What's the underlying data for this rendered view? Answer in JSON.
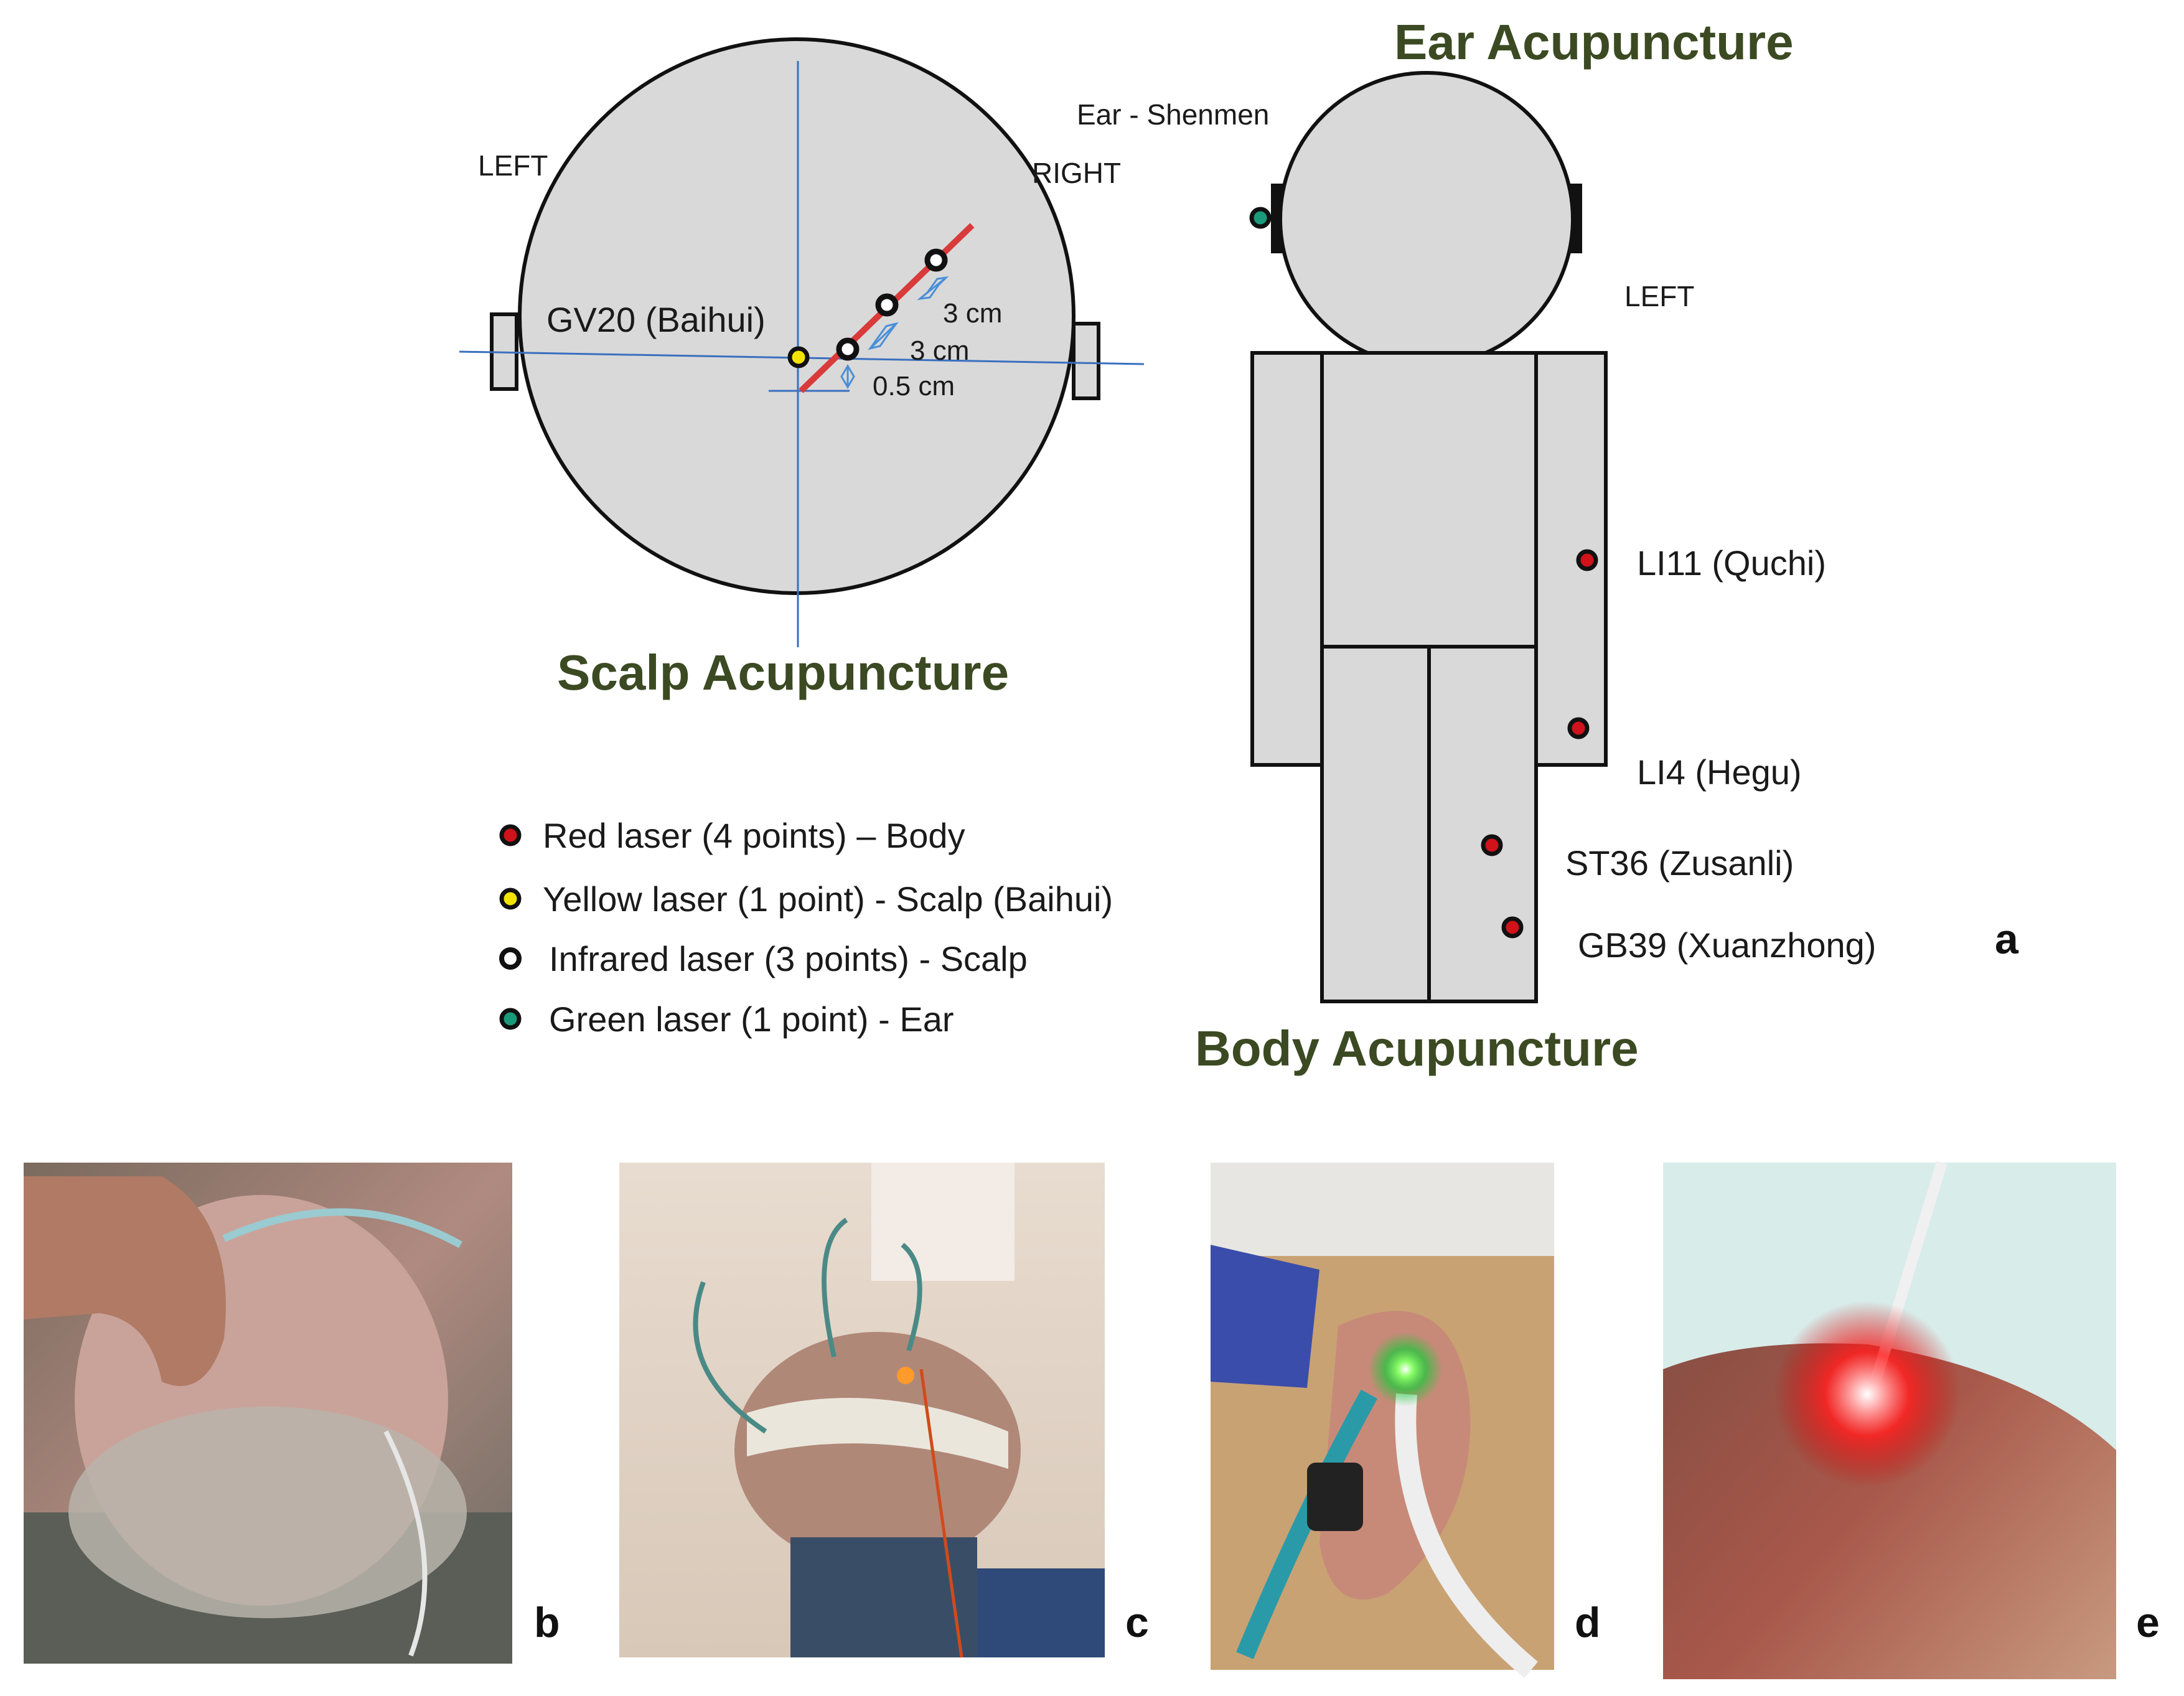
{
  "panels": {
    "a": "a",
    "b": "b",
    "c": "c",
    "d": "d",
    "e": "e"
  },
  "scalp": {
    "title": "Scalp Acupuncture",
    "left_label": "LEFT",
    "right_label": "RIGHT",
    "point_label": "GV20 (Baihui)",
    "dim_1": "3 cm",
    "dim_2": "3 cm",
    "dim_3": "0.5 cm"
  },
  "ear": {
    "title": "Ear Acupuncture",
    "point_label": "Ear - Shenmen",
    "left_label": "LEFT"
  },
  "body": {
    "title": "Body Acupuncture",
    "points": [
      "LI11 (Quchi)",
      "LI4 (Hegu)",
      "ST36 (Zusanli)",
      "GB39 (Xuanzhong)"
    ]
  },
  "legend": [
    {
      "text": "Red laser (4 points) – Body",
      "color": "#d0121b"
    },
    {
      "text": "Yellow laser (1 point) - Scalp (Baihui)",
      "color": "#f2e400"
    },
    {
      "text": "Infrared laser (3 points) - Scalp",
      "color": "#ffffff"
    },
    {
      "text": "Green laser (1 point) - Ear",
      "color": "#1a9a7a"
    }
  ],
  "colors": {
    "red": "#d0121b",
    "yellow": "#f2e400",
    "infrared": "#ffffff",
    "green": "#1a9a7a"
  },
  "photos": [
    {
      "subject": "hand-on-scalp"
    },
    {
      "subject": "head-with-laser-harness"
    },
    {
      "subject": "ear-green-laser"
    },
    {
      "subject": "skin-red-laser"
    }
  ]
}
